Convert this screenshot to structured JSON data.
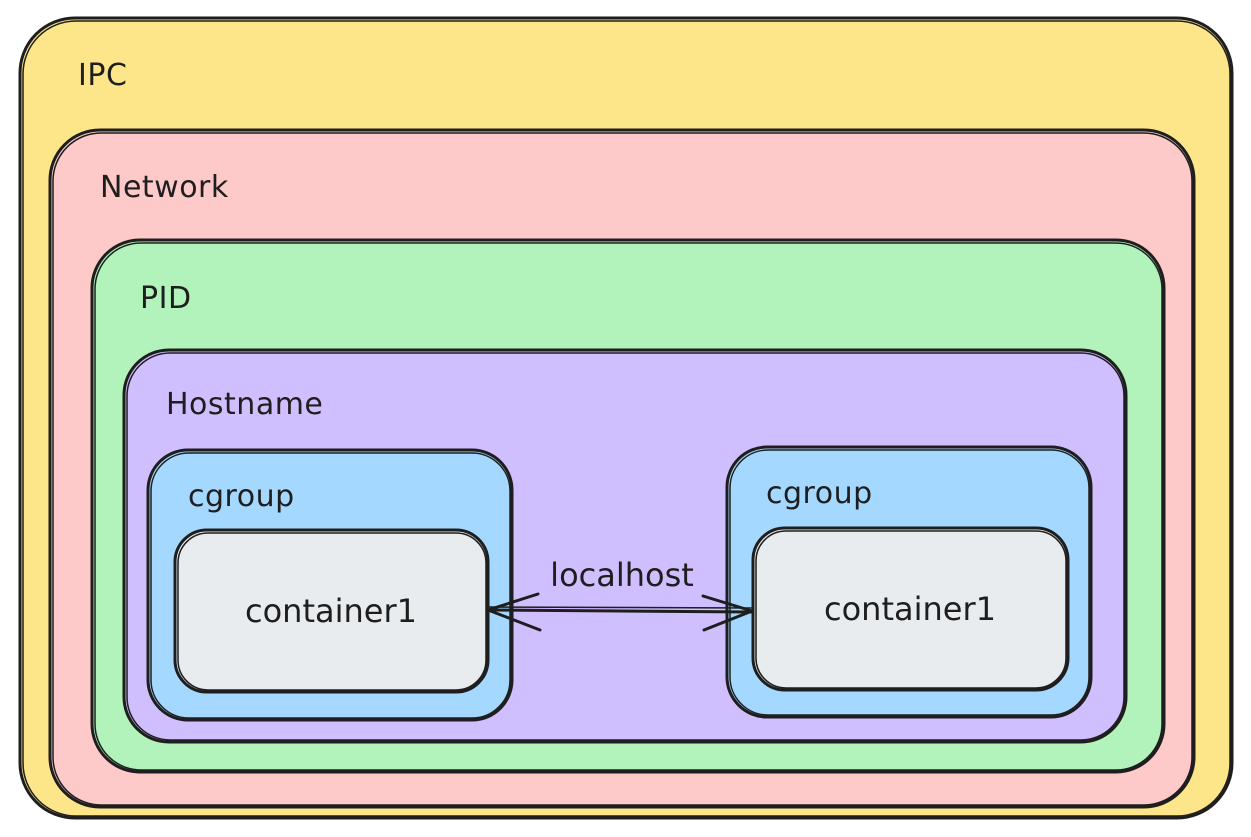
{
  "diagram": {
    "namespaces": {
      "ipc": {
        "label": "IPC",
        "color": "#fde68a"
      },
      "network": {
        "label": "Network",
        "color": "#fec9c9"
      },
      "pid": {
        "label": "PID",
        "color": "#b2f2bb"
      },
      "hostname": {
        "label": "Hostname",
        "color": "#d0bfff"
      }
    },
    "cgroups": [
      {
        "label": "cgroup",
        "color": "#a5d8ff",
        "container": {
          "label": "container1",
          "color": "#e9ecef"
        }
      },
      {
        "label": "cgroup",
        "color": "#a5d8ff",
        "container": {
          "label": "container1",
          "color": "#e9ecef"
        }
      }
    ],
    "edge": {
      "label": "localhost",
      "direction": "bidirectional"
    }
  }
}
